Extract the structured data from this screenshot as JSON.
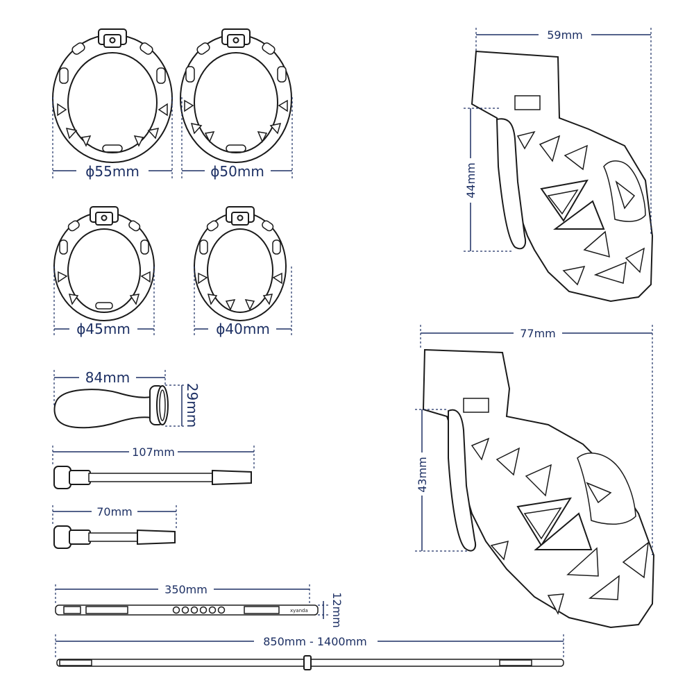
{
  "dimensions": {
    "ring_55": "ϕ55mm",
    "ring_50": "ϕ50mm",
    "ring_45": "ϕ45mm",
    "ring_40": "ϕ40mm",
    "plug_length": "84mm",
    "plug_height": "29mm",
    "tube_long": "107mm",
    "tube_short": "70mm",
    "belt_short_length": "350mm",
    "belt_short_height": "12mm",
    "belt_long_length": "850mm - 1400mm",
    "cage_small_width": "59mm",
    "cage_small_height": "44mm",
    "cage_large_width": "77mm",
    "cage_large_height": "43mm"
  },
  "belt_brand": "xyanda",
  "colors": {
    "dimension": "#1c2f63",
    "outline": "#1a1a1a",
    "background": "#ffffff"
  }
}
